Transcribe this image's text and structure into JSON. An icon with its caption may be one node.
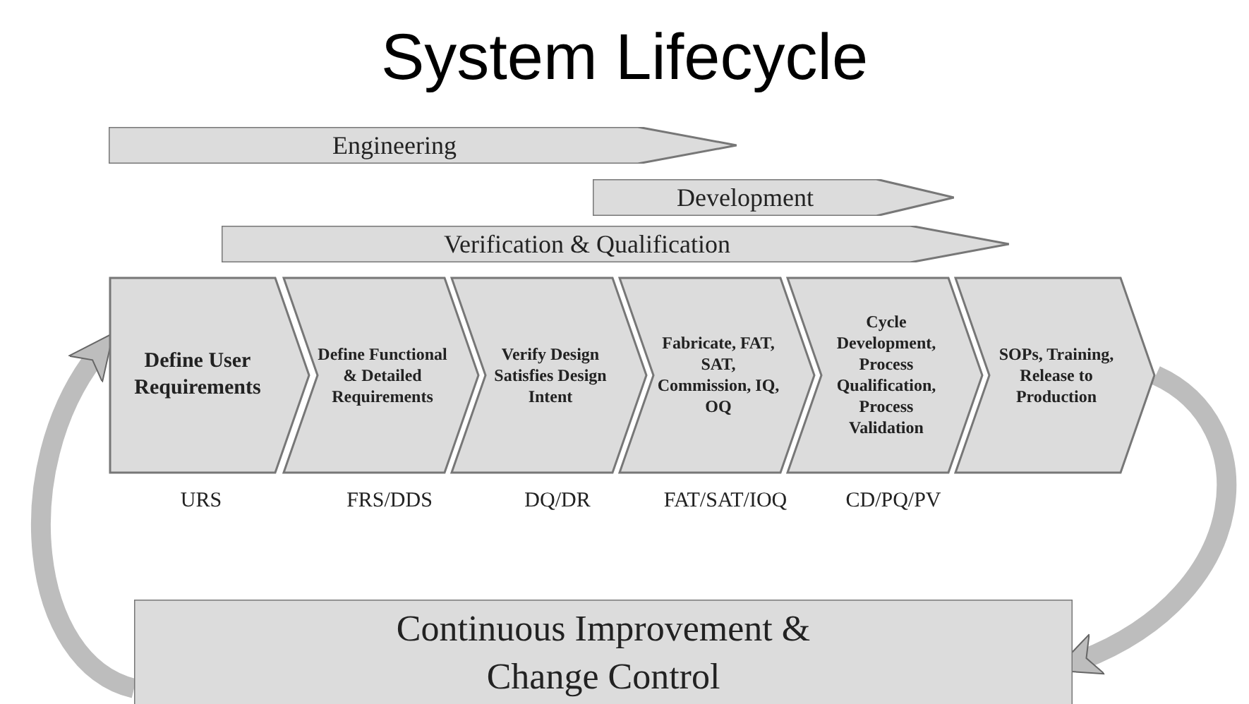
{
  "diagram": {
    "title": "System Lifecycle",
    "nodes": [
      {
        "text": [
          "Engineering"
        ]
      },
      {
        "text": [
          "Development"
        ]
      },
      {
        "text": [
          "Verification & Qualification"
        ]
      },
      {
        "text": [
          "Define User Requirements"
        ],
        "beside": [
          "URS"
        ]
      },
      {
        "text": [
          "Define Functional & Detailed Requirements"
        ],
        "beside": [
          "FRS/DDS"
        ]
      },
      {
        "text": [
          "Verify Design Satisfies Design Intent"
        ],
        "beside": [
          "DQ/DR"
        ]
      },
      {
        "text": [
          "Fabricate, FAT, SAT, Commission, IQ, OQ"
        ],
        "beside": [
          "FAT/SAT/IOQ"
        ]
      },
      {
        "text": [
          "Cycle Development, Process Qualification, Process Validation"
        ],
        "beside": [
          "CD/PQ/PV"
        ]
      },
      {
        "text": [
          "SOPs, Training, Release to Production"
        ]
      },
      {
        "text": [
          "Continuous Improvement & Change Control"
        ]
      }
    ],
    "edges": [
      {
        "from": 9,
        "to": 3,
        "arrow": "to"
      },
      {
        "from": 8,
        "to": 9,
        "arrow": "to"
      }
    ]
  }
}
